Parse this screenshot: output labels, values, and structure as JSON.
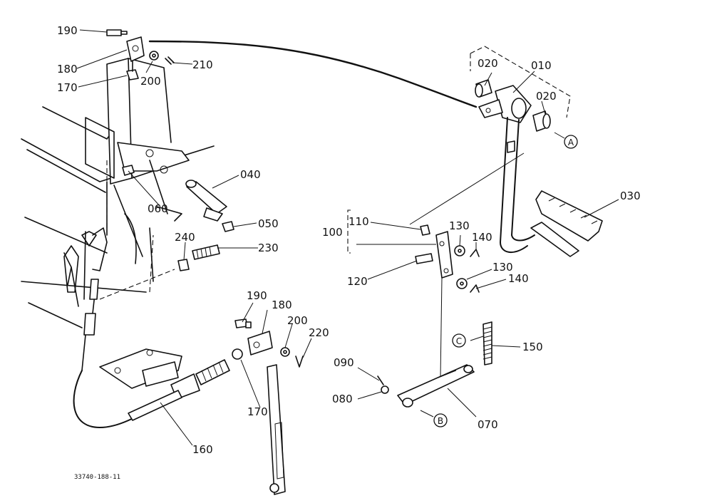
{
  "labels": {
    "p190a": "190",
    "p180a": "180",
    "p170a": "170",
    "p200a": "200",
    "p210": "210",
    "p040": "040",
    "p060": "060",
    "p050": "050",
    "p240": "240",
    "p230": "230",
    "p190b": "190",
    "p180b": "180",
    "p200b": "200",
    "p220": "220",
    "p170b": "170",
    "p160": "160",
    "p020a": "020",
    "p010": "010",
    "p020b": "020",
    "p030": "030",
    "p110": "110",
    "p100": "100",
    "p130a": "130",
    "p140a": "140",
    "p120": "120",
    "p130b": "130",
    "p140b": "140",
    "p150": "150",
    "p090": "090",
    "p080": "080",
    "p070": "070"
  },
  "refs": {
    "a": "A",
    "b": "B",
    "c": "C"
  },
  "drawing_code": "33740-188-11"
}
